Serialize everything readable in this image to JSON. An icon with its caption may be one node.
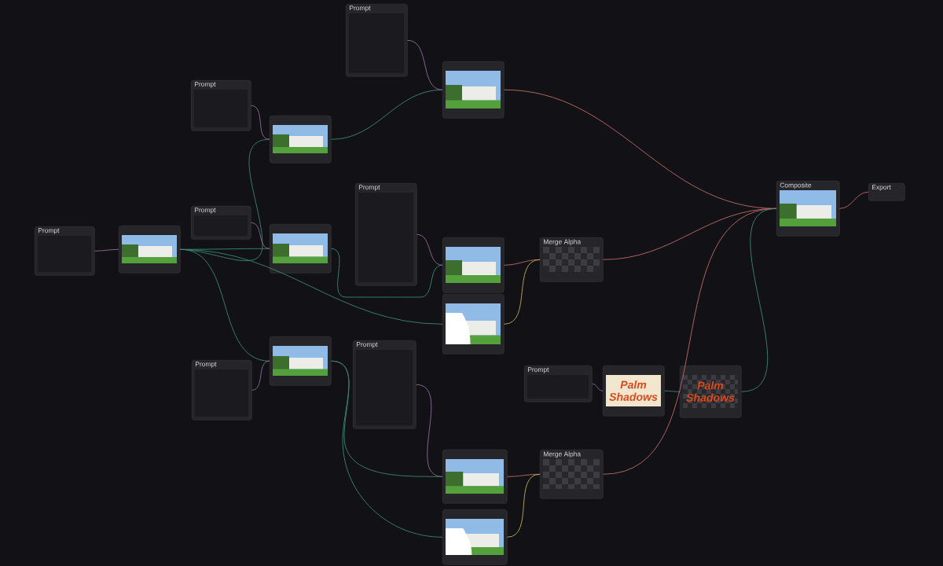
{
  "diagram": {
    "nodes": [
      {
        "text": [
          "Prompt"
        ]
      },
      {
        "text": [],
        "shape": "picture"
      },
      {
        "text": [
          "Prompt"
        ]
      },
      {
        "text": [
          "Prompt"
        ]
      },
      {
        "text": [],
        "shape": "picture"
      },
      {
        "text": [],
        "shape": "picture"
      },
      {
        "text": [],
        "shape": "picture"
      },
      {
        "text": [
          "Prompt"
        ]
      },
      {
        "text": [
          "Prompt"
        ]
      },
      {
        "text": [],
        "shape": "picture"
      },
      {
        "text": [
          "Prompt"
        ]
      },
      {
        "text": [],
        "shape": "picture"
      },
      {
        "text": [],
        "shape": "picture"
      },
      {
        "text": [
          "Merge Alpha"
        ]
      },
      {
        "text": [
          "Prompt"
        ]
      },
      {
        "text": [],
        "shape": "picture"
      },
      {
        "text": [],
        "shape": "picture"
      },
      {
        "text": [
          "Merge Alpha"
        ]
      },
      {
        "text": [
          "Prompt"
        ]
      },
      {
        "text": [
          "Palm Shadows"
        ]
      },
      {
        "text": [
          "Palm Shadows"
        ]
      },
      {
        "text": [
          "Composite"
        ]
      },
      {
        "text": [
          "Export"
        ]
      }
    ],
    "edges": [
      {
        "from": 0,
        "to": 1,
        "arrow": "none",
        "color": "#9a6fa8"
      },
      {
        "from": 1,
        "to": 4,
        "arrow": "none",
        "color": "#3b8f7a"
      },
      {
        "from": 1,
        "to": 5,
        "arrow": "none",
        "color": "#3b8f7a"
      },
      {
        "from": 1,
        "to": 6,
        "arrow": "none",
        "color": "#3b8f7a"
      },
      {
        "from": 1,
        "to": 12,
        "arrow": "none",
        "color": "#3b8f7a"
      },
      {
        "from": 3,
        "to": 4,
        "arrow": "none",
        "color": "#9a6fa8"
      },
      {
        "from": 2,
        "to": 5,
        "arrow": "none",
        "color": "#9a6fa8"
      },
      {
        "from": 7,
        "to": 6,
        "arrow": "none",
        "color": "#9a6fa8"
      },
      {
        "from": 8,
        "to": 9,
        "arrow": "none",
        "color": "#9a6fa8"
      },
      {
        "from": 4,
        "to": 9,
        "arrow": "none",
        "color": "#3b8f7a"
      },
      {
        "from": 10,
        "to": 11,
        "arrow": "none",
        "color": "#9a6fa8"
      },
      {
        "from": 5,
        "to": 11,
        "arrow": "none",
        "color": "#3b8f7a"
      },
      {
        "from": 14,
        "to": 15,
        "arrow": "none",
        "color": "#9a6fa8"
      },
      {
        "from": 6,
        "to": 15,
        "arrow": "none",
        "color": "#3b8f7a"
      },
      {
        "from": 6,
        "to": 16,
        "arrow": "none",
        "color": "#3b8f7a"
      },
      {
        "from": 11,
        "to": 13,
        "arrow": "none",
        "color": "#c9706a"
      },
      {
        "from": 12,
        "to": 13,
        "arrow": "none",
        "color": "#c9b65a"
      },
      {
        "from": 15,
        "to": 17,
        "arrow": "none",
        "color": "#c9706a"
      },
      {
        "from": 16,
        "to": 17,
        "arrow": "none",
        "color": "#c9b65a"
      },
      {
        "from": 18,
        "to": 19,
        "arrow": "none",
        "color": "#9a6fa8"
      },
      {
        "from": 19,
        "to": 20,
        "arrow": "none",
        "color": "#3b8f7a"
      },
      {
        "from": 9,
        "to": 21,
        "arrow": "none",
        "color": "#c9706a"
      },
      {
        "from": 13,
        "to": 21,
        "arrow": "none",
        "color": "#c9706a"
      },
      {
        "from": 17,
        "to": 21,
        "arrow": "none",
        "color": "#c9706a"
      },
      {
        "from": 20,
        "to": 21,
        "arrow": "none",
        "color": "#3b8f7a"
      },
      {
        "from": 21,
        "to": 22,
        "arrow": "none",
        "color": "#c9706a"
      }
    ]
  }
}
